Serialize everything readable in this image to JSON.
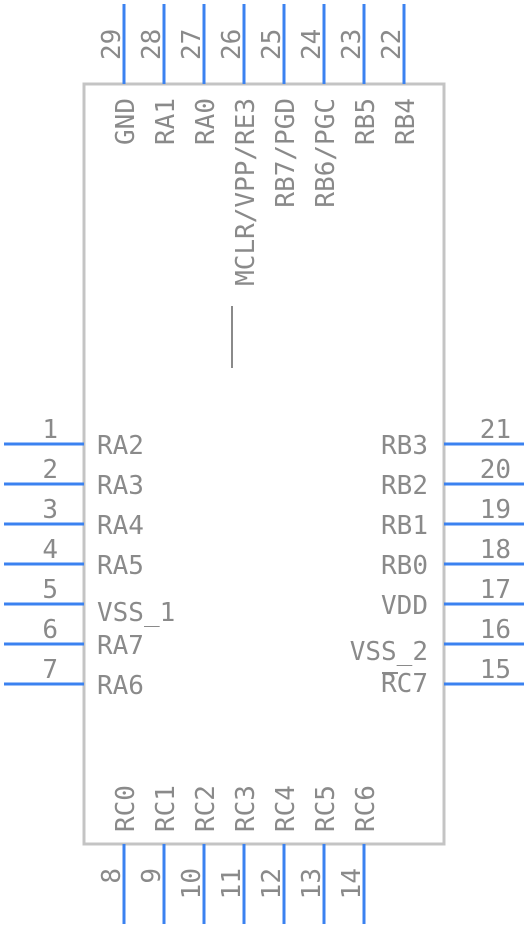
{
  "colors": {
    "pin": "#3b82f0",
    "body": "#c4c4c4",
    "text": "#8a8a8a"
  },
  "left_pins": [
    {
      "num": "1",
      "name": "RA2"
    },
    {
      "num": "2",
      "name": "RA3"
    },
    {
      "num": "3",
      "name": "RA4"
    },
    {
      "num": "4",
      "name": "RA5"
    },
    {
      "num": "5",
      "name": "VSS_1"
    },
    {
      "num": "6",
      "name": "RA7"
    },
    {
      "num": "7",
      "name": "RA6"
    }
  ],
  "right_pins": [
    {
      "num": "21",
      "name": "RB3"
    },
    {
      "num": "20",
      "name": "RB2"
    },
    {
      "num": "19",
      "name": "RB1"
    },
    {
      "num": "18",
      "name": "RB0"
    },
    {
      "num": "17",
      "name": "VDD"
    },
    {
      "num": "16",
      "name": "VSS_2"
    },
    {
      "num": "15",
      "name": "RC7"
    }
  ],
  "top_pins": [
    {
      "num": "29",
      "name": "GND"
    },
    {
      "num": "28",
      "name": "RA1"
    },
    {
      "num": "27",
      "name": "RA0"
    },
    {
      "num": "26",
      "name": "MCLR/VPP/RE3"
    },
    {
      "num": "25",
      "name": "RB7/PGD"
    },
    {
      "num": "24",
      "name": "RB6/PGC"
    },
    {
      "num": "23",
      "name": "RB5"
    },
    {
      "num": "22",
      "name": "RB4"
    }
  ],
  "bottom_pins": [
    {
      "num": "8",
      "name": "RC0"
    },
    {
      "num": "9",
      "name": "RC1"
    },
    {
      "num": "10",
      "name": "RC2"
    },
    {
      "num": "11",
      "name": "RC3"
    },
    {
      "num": "12",
      "name": "RC4"
    },
    {
      "num": "13",
      "name": "RC5"
    },
    {
      "num": "14",
      "name": "RC6"
    }
  ]
}
